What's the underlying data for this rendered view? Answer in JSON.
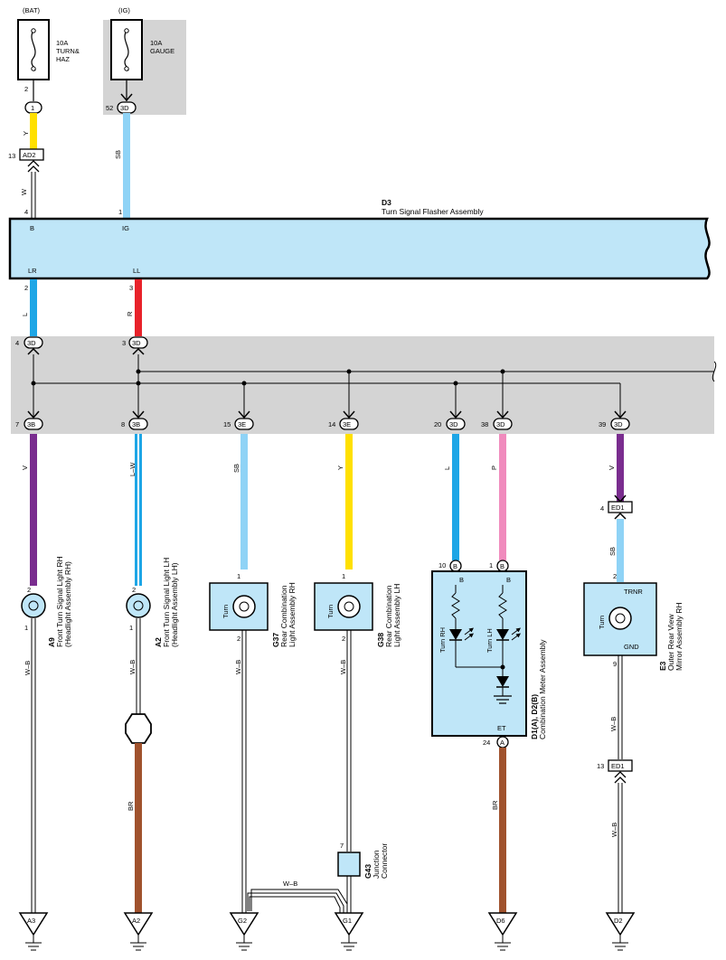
{
  "fuses": [
    {
      "supply": "(BAT)",
      "rating": "10A",
      "name_line1": "TURN&",
      "name_line2": "HAZ",
      "pin": "2"
    },
    {
      "supply": "(IG)",
      "rating": "10A",
      "name_line1": "GAUGE",
      "name_line2": "",
      "pin": ""
    }
  ],
  "connectors": {
    "c1": "1",
    "c1_pin": "",
    "c3d_52": "3D",
    "c3d_52_pin": "52",
    "ad2": "AD2",
    "ad2_pin": "13",
    "j4": "3D",
    "j4_pin": "4",
    "j3": "3D",
    "j3_pin": "3",
    "b7": "3B",
    "b7_pin": "7",
    "b8": "3B",
    "b8_pin": "8",
    "e15": "3E",
    "e15_pin": "15",
    "e14": "3E",
    "e14_pin": "14",
    "d20": "3D",
    "d20_pin": "20",
    "d38": "3D",
    "d38_pin": "38",
    "d39": "3D",
    "d39_pin": "39",
    "ed1_top": "ED1",
    "ed1_top_pin": "4",
    "ed1_bot": "ED1",
    "ed1_bot_pin": "13",
    "mb1": "B",
    "mb1_pin": "10",
    "mb2": "B",
    "mb2_pin": "1",
    "ma": "A",
    "ma_pin": "24"
  },
  "wires": {
    "y_top": "Y",
    "w_top": "W",
    "sb_top": "SB",
    "l_mid": "L",
    "r_mid": "R",
    "v1": "V",
    "lw": "L–W",
    "sb2": "SB",
    "y2": "Y",
    "l2": "L",
    "p": "P",
    "v2": "V",
    "wb1": "W–B",
    "wb2": "W–B",
    "wb3": "W–B",
    "wb4": "W–B",
    "wb_h": "W–B",
    "br1": "BR",
    "br2": "BR",
    "wb_e3": "W–B",
    "wb_d2": "W–B",
    "sb_e3": "SB"
  },
  "flasher": {
    "code": "D3",
    "name": "Turn Signal Flasher Assembly",
    "pin_b": "B",
    "pin_b_num": "4",
    "pin_ig": "IG",
    "pin_ig_num": "1",
    "pin_lr": "LR",
    "pin_lr_num": "2",
    "pin_ll": "LL",
    "pin_ll_num": "3"
  },
  "components": {
    "a9": {
      "code": "A9",
      "name1": "Front Turn Signal Light RH",
      "name2": "(Headlight Assembly RH)",
      "pin_in": "2",
      "pin_out": "1"
    },
    "a2": {
      "code": "A2",
      "name1": "Front Turn Signal Light LH",
      "name2": "(Headlight Assembly LH)",
      "pin_in": "2",
      "pin_out": "1"
    },
    "g37": {
      "code": "G37",
      "name1": "Rear Combination",
      "name2": "Light Assembly RH",
      "label": "Turn",
      "pin_in": "1",
      "pin_out": "2"
    },
    "g38": {
      "code": "G38",
      "name1": "Rear Combination",
      "name2": "Light Assembly LH",
      "label": "Turn",
      "pin_in": "1",
      "pin_out": "2"
    },
    "meter": {
      "code": "D1(A), D2(B)",
      "name": "Combination Meter Assembly",
      "b1": "B",
      "b2": "B",
      "rh": "Turn RH",
      "lh": "Turn LH",
      "et": "ET"
    },
    "e3": {
      "code": "E3",
      "name1": "Outer Rear View",
      "name2": "Mirror Assembly RH",
      "label": "Turn",
      "trnr": "TRNR",
      "gnd": "GND",
      "pin_in": "2",
      "pin_out": "9"
    },
    "g43": {
      "code": "G43",
      "name1": "Junction",
      "name2": "Connector",
      "pin": "7"
    }
  },
  "grounds": [
    "A3",
    "A2",
    "G2",
    "G1",
    "D6",
    "D2"
  ]
}
